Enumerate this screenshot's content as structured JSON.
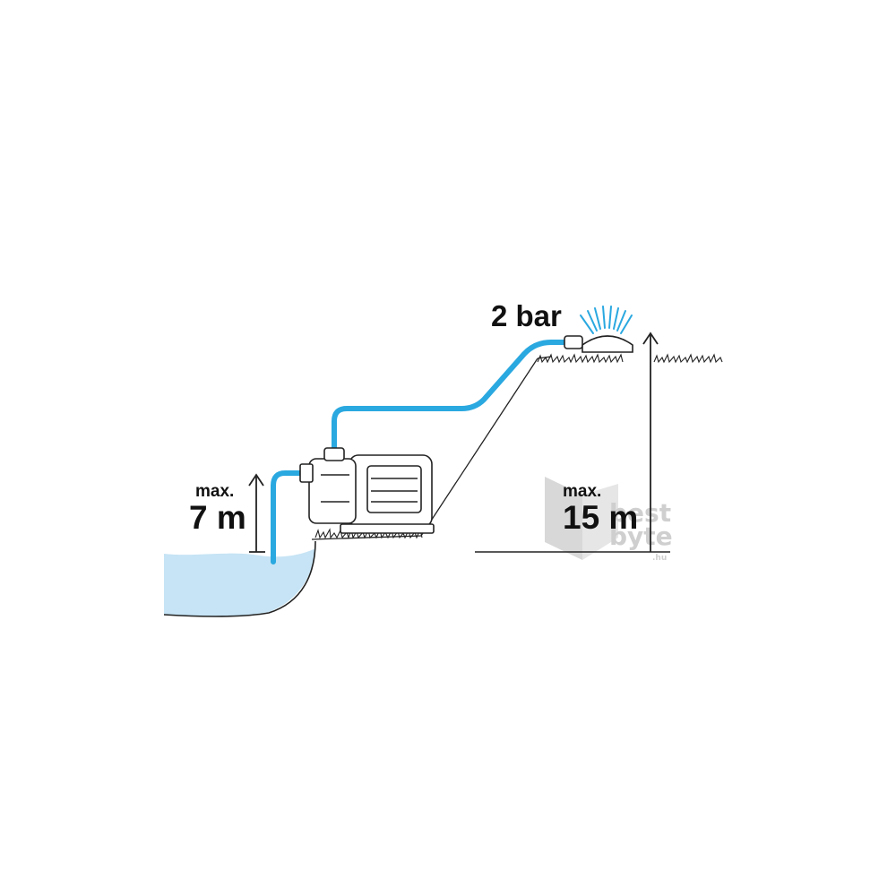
{
  "labels": {
    "suction_max": "max.",
    "suction_value": "7 m",
    "delivery_max": "max.",
    "delivery_value": "15 m",
    "pressure": "2 bar"
  },
  "watermark": {
    "word1": "best",
    "word2": "byte",
    "suffix": ".hu"
  },
  "colors": {
    "hose": "#2aa8e0",
    "water": "#c6e4f5",
    "line": "#222222",
    "watermark": "#d4d4d4"
  }
}
